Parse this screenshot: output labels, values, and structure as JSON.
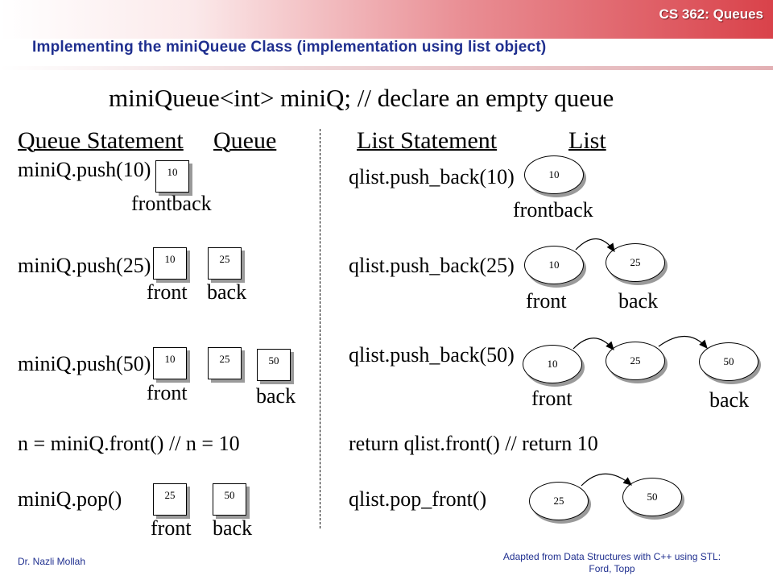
{
  "header": {
    "course": "CS 362:  Queues",
    "title": "Implementing the miniQueue Class (implementation using list object)"
  },
  "declaration": "miniQueue<int> miniQ;   // declare an empty queue",
  "left": {
    "header_statement": "Queue Statement",
    "header_queue": "Queue",
    "push10": {
      "stmt": "miniQ.push(10)",
      "box": "10",
      "label": "frontback"
    },
    "push25": {
      "stmt": "miniQ.push(25)",
      "boxes": [
        "10",
        "25"
      ],
      "front": "front",
      "back": "back"
    },
    "push50": {
      "stmt": "miniQ.push(50)",
      "boxes": [
        "10",
        "25",
        "50"
      ],
      "front": "front",
      "back": "back"
    },
    "front_stmt": "n = miniQ.front()   // n = 10",
    "pop": {
      "stmt": "miniQ.pop()",
      "boxes": [
        "25",
        "50"
      ],
      "front": "front",
      "back": "back"
    }
  },
  "right": {
    "header_statement": "List Statement",
    "header_list": "List",
    "push10": {
      "stmt": "qlist.push_back(10)",
      "node": "10",
      "label": "frontback"
    },
    "push25": {
      "stmt": "qlist.push_back(25)",
      "nodes": [
        "10",
        "25"
      ],
      "front": "front",
      "back": "back"
    },
    "push50": {
      "stmt": "qlist.push_back(50)",
      "nodes": [
        "10",
        "25",
        "50"
      ],
      "front": "front",
      "back": "back"
    },
    "front_stmt": "return qlist.front()     // return 10",
    "pop": {
      "stmt": "qlist.pop_front()",
      "nodes": [
        "25",
        "50"
      ]
    }
  },
  "footer": {
    "author": "Dr. Nazli  Mollah",
    "credit_line1": "Adapted from Data Structures with C++ using STL:",
    "credit_line2": "Ford, Topp"
  }
}
